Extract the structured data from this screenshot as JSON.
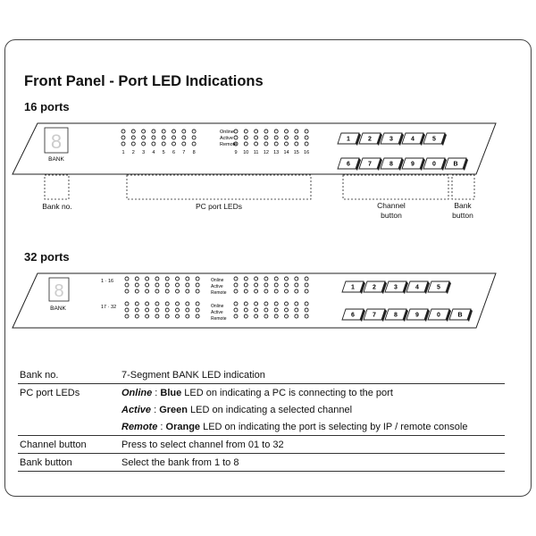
{
  "title": "Front Panel - Port LED Indications",
  "panel16": {
    "heading": "16 ports",
    "bank_label": "BANK",
    "digit": "8",
    "led_status": [
      "Online",
      "Active",
      "Remote"
    ],
    "port_numbers_left": [
      "1",
      "2",
      "3",
      "4",
      "5",
      "6",
      "7",
      "8"
    ],
    "port_numbers_right": [
      "9",
      "10",
      "11",
      "12",
      "13",
      "14",
      "15",
      "16"
    ],
    "channel_buttons_row1": [
      "1",
      "2",
      "3",
      "4",
      "5"
    ],
    "channel_buttons_row2": [
      "6",
      "7",
      "8",
      "9",
      "0",
      "B"
    ],
    "callouts": {
      "bank_no": "Bank no.",
      "pc_port_leds": "PC port LEDs",
      "channel_button_l1": "Channel",
      "channel_button_l2": "button",
      "bank_button_l1": "Bank",
      "bank_button_l2": "button"
    }
  },
  "panel32": {
    "heading": "32 ports",
    "bank_label": "BANK",
    "digit": "8",
    "row_group_1": "1 · 16",
    "row_group_2": "17 · 32",
    "led_status": [
      "Online",
      "Active",
      "Remote"
    ],
    "channel_buttons_row1": [
      "1",
      "2",
      "3",
      "4",
      "5"
    ],
    "channel_buttons_row2": [
      "6",
      "7",
      "8",
      "9",
      "0",
      "B"
    ]
  },
  "legend": [
    {
      "key": "Bank no.",
      "parts": [
        {
          "t": "7-Segment BANK LED indication"
        }
      ]
    },
    {
      "key": "PC port LEDs",
      "parts": [
        {
          "t": "Online",
          "s": "bi"
        },
        {
          "t": " : "
        },
        {
          "t": "Blue",
          "s": "b"
        },
        {
          "t": " LED on indicating a PC is connecting to the port"
        }
      ]
    },
    {
      "key": "",
      "parts": [
        {
          "t": "Active",
          "s": "bi"
        },
        {
          "t": " : "
        },
        {
          "t": "Green",
          "s": "b"
        },
        {
          "t": " LED on indicating a selected channel"
        }
      ]
    },
    {
      "key": "",
      "parts": [
        {
          "t": "Remote",
          "s": "bi"
        },
        {
          "t": " : "
        },
        {
          "t": "Orange",
          "s": "b"
        },
        {
          "t": " LED on indicating the port is selecting by IP / remote console"
        }
      ]
    },
    {
      "key": "Channel button",
      "parts": [
        {
          "t": "Press to select channel from 01 to 32"
        }
      ]
    },
    {
      "key": "Bank button",
      "parts": [
        {
          "t": "Select the bank from 1 to 8"
        }
      ]
    }
  ]
}
